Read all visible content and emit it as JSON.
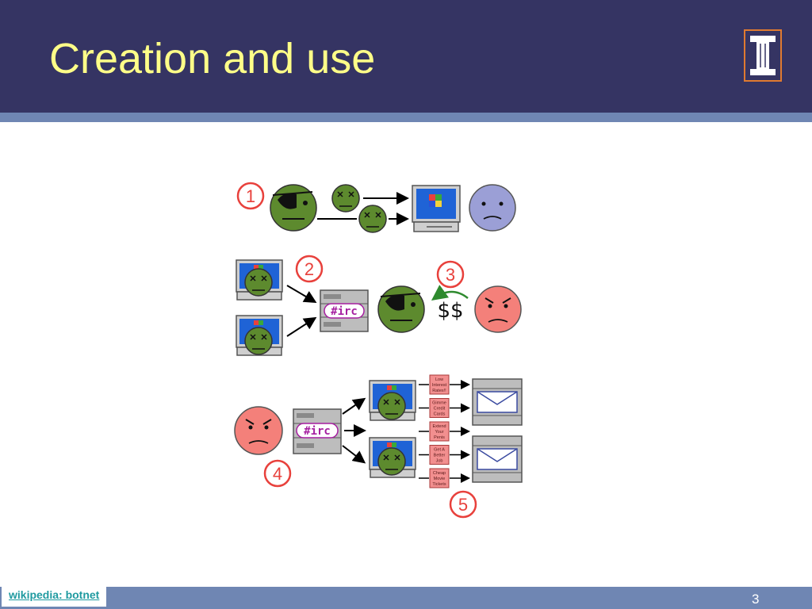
{
  "slide": {
    "title": "Creation and use",
    "footer_link": "wikipedia: botnet",
    "page_number": "3"
  },
  "logo": {
    "icon": "university-column-logo-icon",
    "border_color": "#e07a30",
    "fill_color": "#ffffff"
  },
  "colors": {
    "header": "#353463",
    "stripe": "#6f86b3",
    "title": "#ffff88",
    "step_marker": "#e8413c",
    "attacker_face": "#5d8a2e",
    "victim_face": "#9b9fd6",
    "spammer_face": "#f4807a",
    "irc_text": "#a51fa0",
    "spam_box": "#f28f8f"
  },
  "diagram": {
    "steps": [
      "1",
      "2",
      "3",
      "4",
      "5"
    ],
    "irc_label": "#irc",
    "payment_label": "$$",
    "spam_messages": [
      [
        "Low",
        "Interest",
        "Rates!!"
      ],
      [
        "Gimme",
        "Credit",
        "Cards"
      ],
      [
        "Extend",
        "Your",
        "Penis"
      ],
      [
        "Get A",
        "Better",
        "Job"
      ],
      [
        "Cheap",
        "Movie",
        "Tickets"
      ]
    ]
  }
}
